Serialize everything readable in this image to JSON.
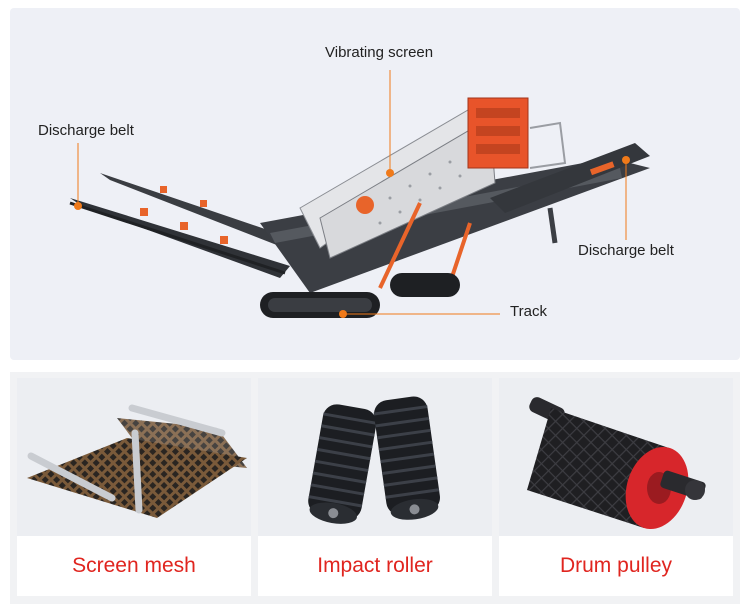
{
  "hero": {
    "callouts": {
      "vibrating_screen": "Vibrating screen",
      "discharge_belt_left": "Discharge belt",
      "discharge_belt_right": "Discharge belt",
      "track": "Track"
    },
    "accent_color": "#f07a1a"
  },
  "parts": [
    {
      "label": "Screen mesh",
      "icon": "screen-mesh"
    },
    {
      "label": "Impact roller",
      "icon": "impact-roller"
    },
    {
      "label": "Drum pulley",
      "icon": "drum-pulley"
    }
  ],
  "label_color": "#e0251f"
}
